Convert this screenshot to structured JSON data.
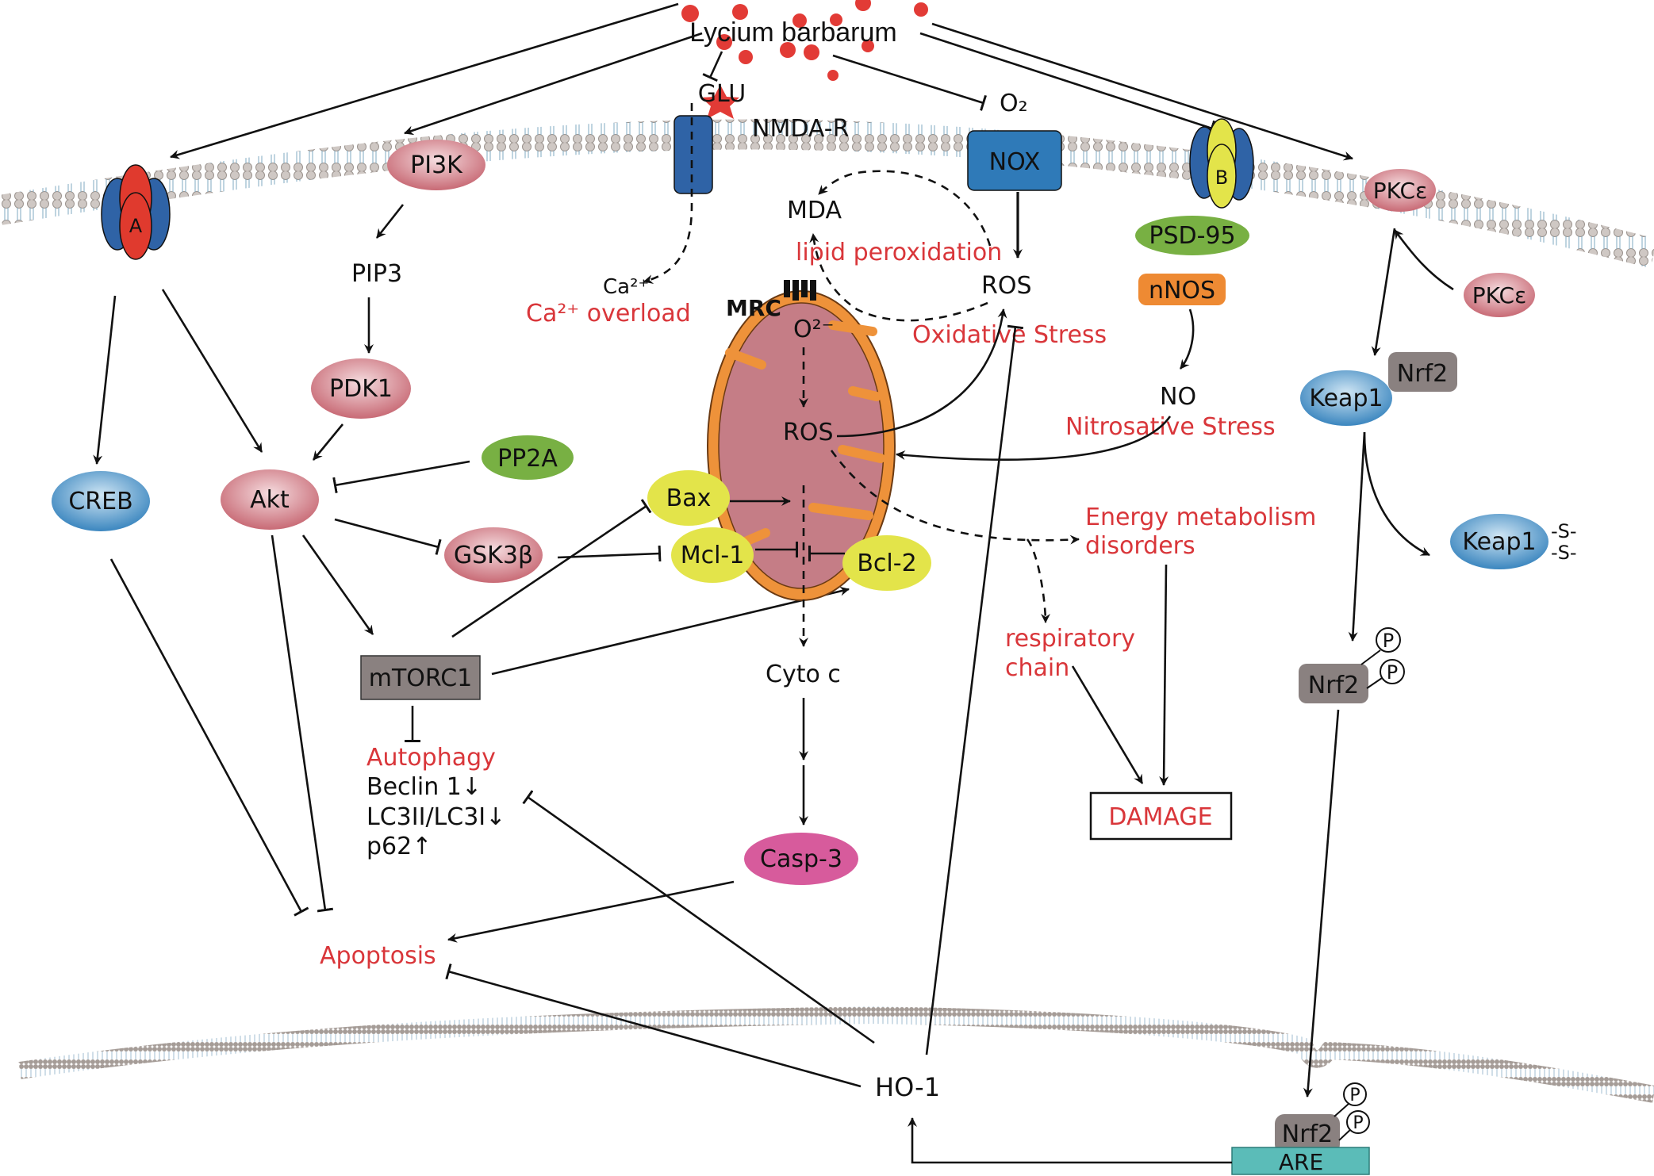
{
  "title": "Lycium barbarum",
  "colors": {
    "stress_text": "#d9363a",
    "pink_node": "#d98c95",
    "blue_node": "#4f97c9",
    "green_node": "#78b043",
    "yellow_node": "#e3e44a",
    "receptor_blue": "#2f63a6",
    "receptor_red": "#e03a2e",
    "gray_box": "#8a8180",
    "orange_box": "#ee8a33",
    "mito_fill": "#c57d86",
    "mito_membrane": "#ee923a",
    "are_box": "#5bbcb8",
    "casp_fill": "#d75b9c"
  },
  "nodes": {
    "receptor_a": "A",
    "receptor_b": "B",
    "pi3k": "PI3K",
    "pip3": "PIP3",
    "pdk1": "PDK1",
    "akt": "Akt",
    "creb": "CREB",
    "pp2a": "PP2A",
    "gsk3b": "GSK3β",
    "mtorc1": "mTORC1",
    "glu": "GLU",
    "nmda": "NMDA-R",
    "ca": "Ca²⁺",
    "nox": "NOX",
    "o2": "O₂",
    "mda": "MDA",
    "ros_top": "ROS",
    "mrc": "MRC",
    "o2_minus": "O²⁻",
    "ros_mito": "ROS",
    "bax": "Bax",
    "mcl1": "Mcl-1",
    "bcl2": "Bcl-2",
    "cytoc": "Cyto c",
    "casp3": "Casp-3",
    "psd95": "PSD-95",
    "nnos": "nNOS",
    "no": "NO",
    "pkce_mem": "PKCε",
    "pkce_cyto": "PKCε",
    "keap1": "Keap1",
    "nrf2_bound": "Nrf2",
    "keap1_ox": "Keap1",
    "keap1_s1": "-S-",
    "keap1_s2": "-S-",
    "nrf2_p": "Nrf2",
    "nrf2_nuc": "Nrf2",
    "phospho": "P",
    "are": "ARE",
    "ho1": "HO-1"
  },
  "labels": {
    "ca_overload": "Ca²⁺ overload",
    "lipid_peroxidation": "lipid peroxidation",
    "oxidative_stress": "Oxidative Stress",
    "nitrosative_stress": "Nitrosative Stress",
    "energy_metabolism": "Energy metabolism",
    "disorders": "disorders",
    "respiratory": "respiratory",
    "chain": "chain",
    "damage": "DAMAGE",
    "autophagy": "Autophagy",
    "beclin": "Beclin 1↓",
    "lc3": "LC3II/LC3I↓",
    "p62": "p62↑",
    "apoptosis": "Apoptosis"
  }
}
